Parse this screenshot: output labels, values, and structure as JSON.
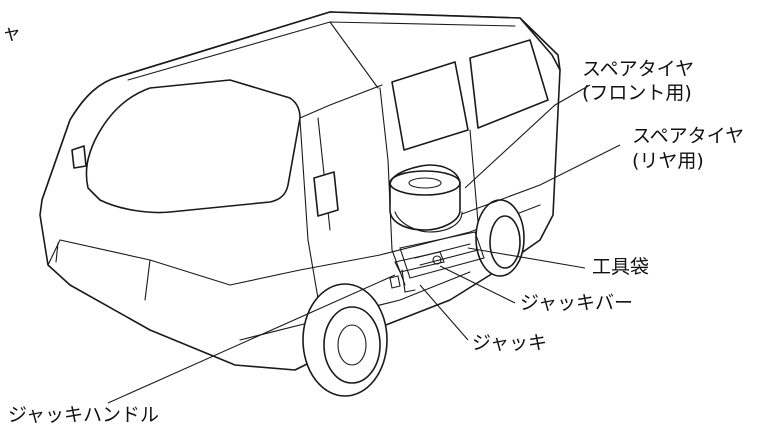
{
  "labels": {
    "corner_fragment": "ャ",
    "spare_front_1": "スペアタイヤ",
    "spare_front_2": "(フロント用)",
    "spare_rear_1": "スペアタイヤ",
    "spare_rear_2": "(リヤ用)",
    "tool_bag": "工具袋",
    "jack_bar": "ジャッキバー",
    "jack": "ジャッキ",
    "jack_handle": "ジャッキハンドル"
  }
}
